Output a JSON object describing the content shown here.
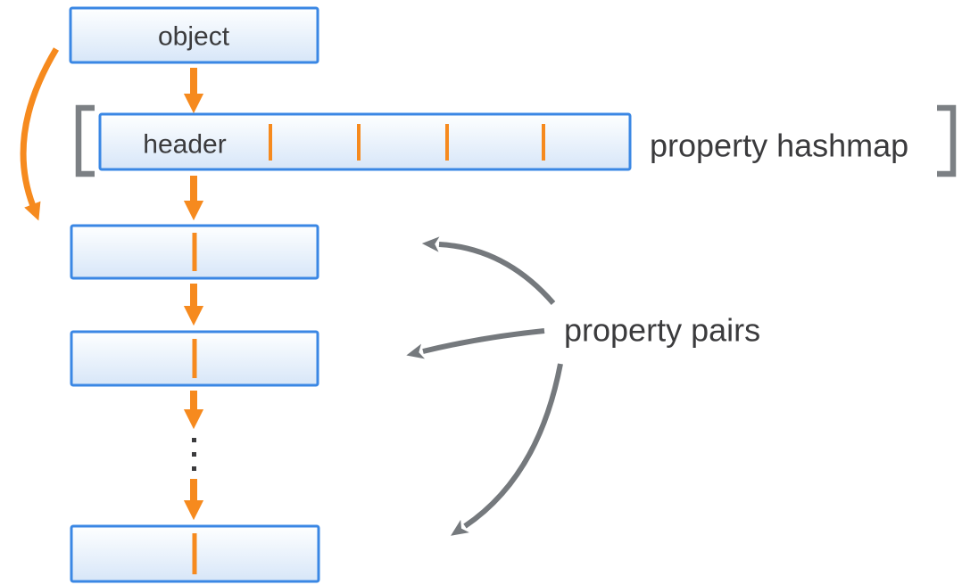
{
  "diagram": {
    "labels": {
      "object": "object",
      "header": "header",
      "hashmap": "property hashmap",
      "pairs": "property pairs"
    },
    "structure": {
      "hashmap_slots": 5,
      "pair_boxes_shown": 3,
      "ellipsis_dots": 3
    },
    "colors": {
      "accent_orange": "#F68A1E",
      "box_border_blue": "#3A87E4",
      "box_fill_top": "#FEFFFF",
      "box_fill_bottom": "#D7E6F8",
      "arrow_gray": "#75797D",
      "bracket_gray": "#7C8084",
      "text_dark": "#3B3B3D",
      "background": "#FFFFFF"
    }
  }
}
